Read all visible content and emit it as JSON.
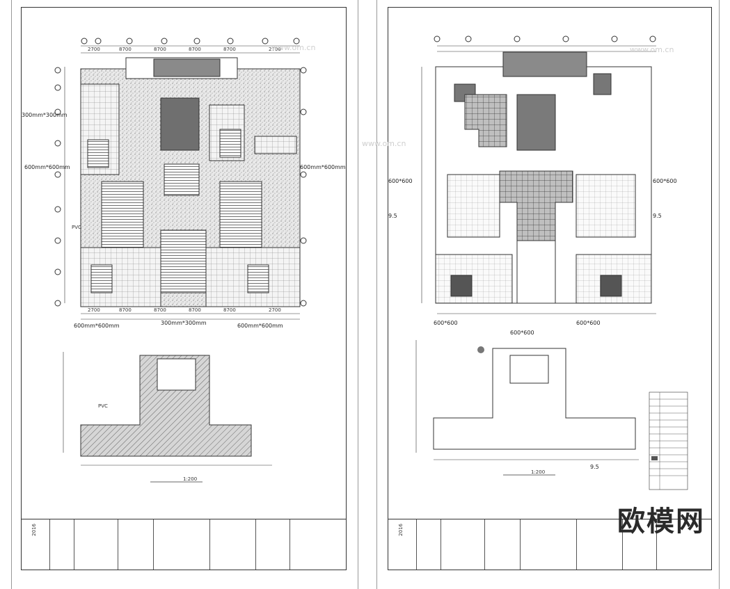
{
  "left_sheet": {
    "scale_label": "1:200",
    "dims_top": [
      "2700",
      "8700",
      "8700",
      "8700",
      "8700",
      "2700"
    ],
    "dims_bottom": [
      "2700",
      "8700",
      "8700",
      "8700",
      "8700",
      "2700"
    ],
    "notes_left": [
      "300mm*300mm",
      "600mm*600mm"
    ],
    "notes_right": [
      "600mm*600mm"
    ],
    "notes_bottom": [
      "600mm*600mm",
      "300mm*300mm",
      "600mm*600mm"
    ],
    "pvc_note": "PVC"
  },
  "right_sheet": {
    "scale_label": "1:200",
    "notes_left": [
      "600*600",
      "9.5"
    ],
    "notes_right": [
      "600*600",
      "9.5"
    ],
    "notes_bottom": [
      "600*600",
      "600*600",
      "600*600",
      "9.5"
    ]
  },
  "watermark": {
    "text": "欧模网",
    "faint": "www.om.cn"
  },
  "colors": {
    "line": "#333333",
    "stipple": "#bdbdbd",
    "dark_fill": "#7a7a7a",
    "hatch": "#555555"
  }
}
